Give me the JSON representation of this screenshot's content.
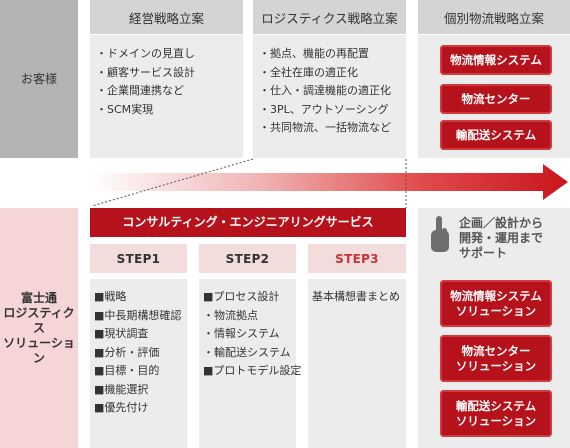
{
  "rows": {
    "customer_label": "お客様",
    "fujitsu_label_lines": [
      "富士通",
      "ロジスティクス",
      "ソリューション"
    ]
  },
  "top": {
    "col1": {
      "header": "経営戦略立案",
      "items": [
        "・ドメインの見直し",
        "・顧客サービス設計",
        "・企業間連携など",
        "・SCM実現"
      ]
    },
    "col2": {
      "header": "ロジスティクス戦略立案",
      "items": [
        "・拠点、機能の再配置",
        "・全社在庫の適正化",
        "・仕入・調達機能の適正化",
        "・3PL、アウトソーシング",
        "・共同物流、一括物流など"
      ]
    },
    "col3": {
      "header": "個別物流戦略立案",
      "buttons": [
        "物流情報システム",
        "物流センター",
        "輸配送システム"
      ]
    }
  },
  "bottom": {
    "banner": "コンサルティング・エンジニアリングサービス",
    "steps": [
      {
        "label": "STEP1",
        "items": [
          "■戦略",
          "■中長期構想確認",
          "■現状調査",
          "■分析・評価",
          "■目標・目的",
          "■機能選択",
          "■優先付け"
        ]
      },
      {
        "label": "STEP2",
        "items": [
          "■プロセス設計",
          "・物流拠点",
          "・情報システム",
          "・輸配送システム",
          "■プロトモデル設定"
        ]
      },
      {
        "label": "STEP3",
        "items": [
          "基本構想書まとめ"
        ]
      }
    ],
    "support": {
      "heading_lines": [
        "企画／設計から",
        "開発・運用まで",
        "サポート"
      ],
      "icon": "pointing-hand-icon",
      "buttons": [
        [
          "物流情報システム",
          "ソリューション"
        ],
        [
          "物流センター",
          "ソリューション"
        ],
        [
          "輸配送システム",
          "ソリューション"
        ]
      ]
    }
  },
  "colors": {
    "accent_red": "#b5121b",
    "step3_red": "#c4343a",
    "step_fill": "#f2dcdc",
    "gray_dark": "#b4b4b4",
    "gray_mid": "#d4d4d4",
    "gray_light": "#ececec",
    "pink_label": "#f5d5d5"
  }
}
